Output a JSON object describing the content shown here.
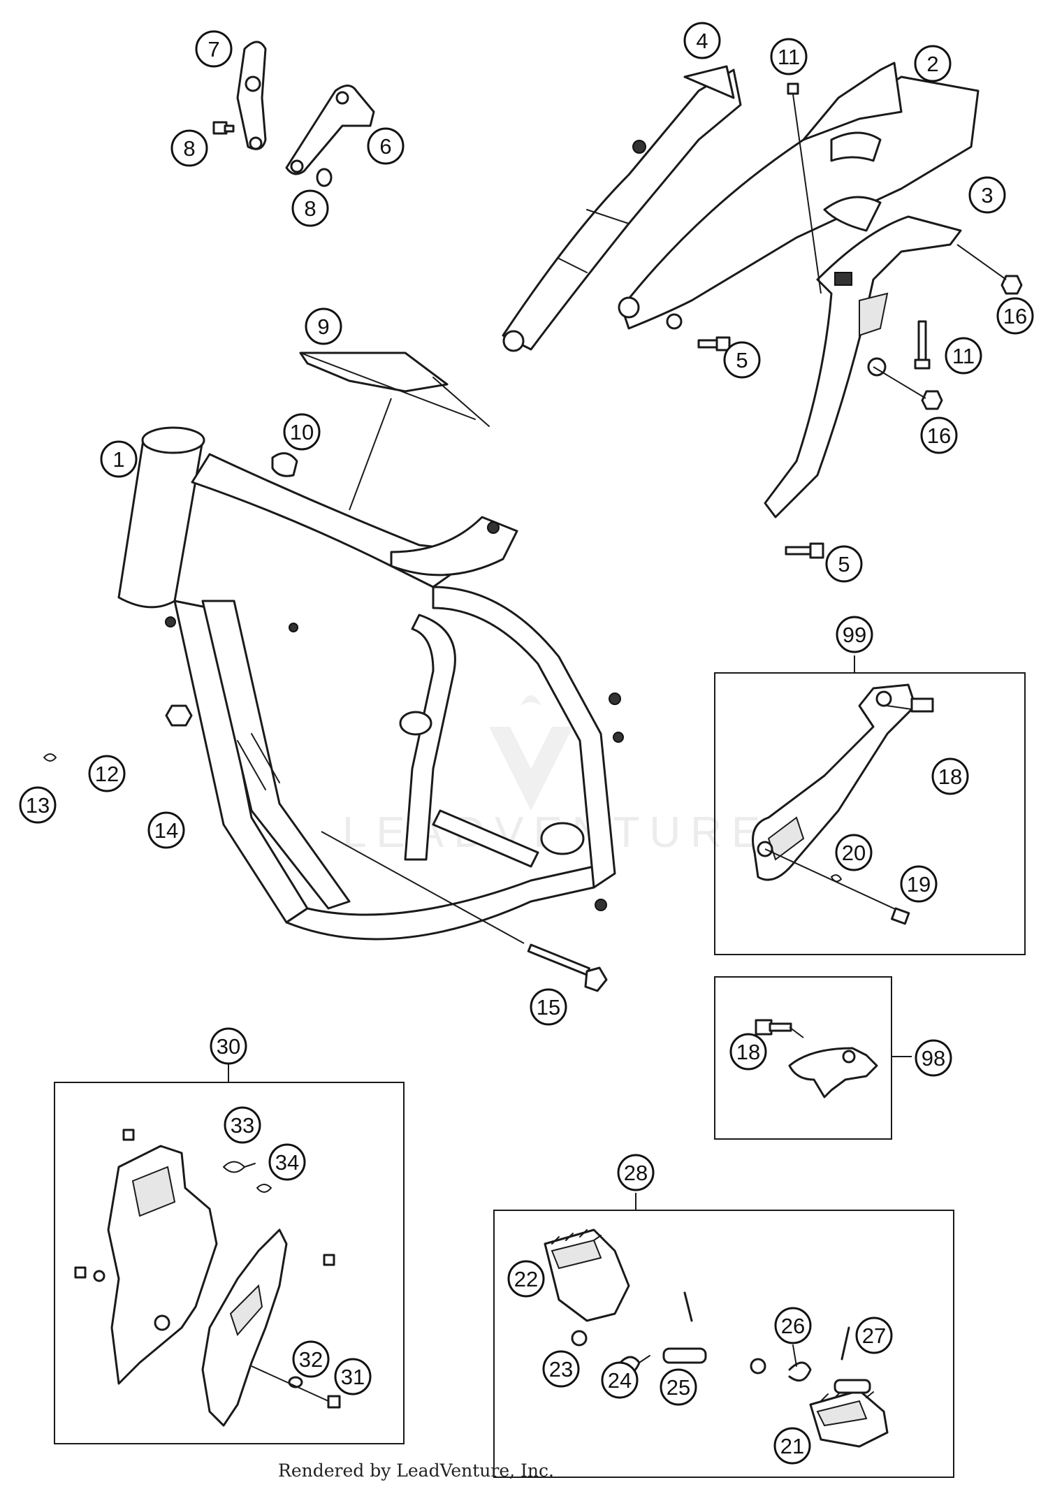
{
  "footer": {
    "text": "Rendered by LeadVenture, Inc."
  },
  "watermark": {
    "text": "LEADVENTURE"
  },
  "callouts": [
    {
      "label": "1"
    },
    {
      "label": "2"
    },
    {
      "label": "3"
    },
    {
      "label": "4"
    },
    {
      "label": "5"
    },
    {
      "label": "5"
    },
    {
      "label": "6"
    },
    {
      "label": "7"
    },
    {
      "label": "8"
    },
    {
      "label": "8"
    },
    {
      "label": "9"
    },
    {
      "label": "10"
    },
    {
      "label": "11"
    },
    {
      "label": "11"
    },
    {
      "label": "12"
    },
    {
      "label": "13"
    },
    {
      "label": "14"
    },
    {
      "label": "15"
    },
    {
      "label": "16"
    },
    {
      "label": "16"
    },
    {
      "label": "99"
    },
    {
      "label": "18"
    },
    {
      "label": "20"
    },
    {
      "label": "19"
    },
    {
      "label": "18"
    },
    {
      "label": "98"
    },
    {
      "label": "30"
    },
    {
      "label": "33"
    },
    {
      "label": "34"
    },
    {
      "label": "32"
    },
    {
      "label": "31"
    },
    {
      "label": "28"
    },
    {
      "label": "22"
    },
    {
      "label": "23"
    },
    {
      "label": "24"
    },
    {
      "label": "25"
    },
    {
      "label": "26"
    },
    {
      "label": "27"
    },
    {
      "label": "21"
    }
  ]
}
